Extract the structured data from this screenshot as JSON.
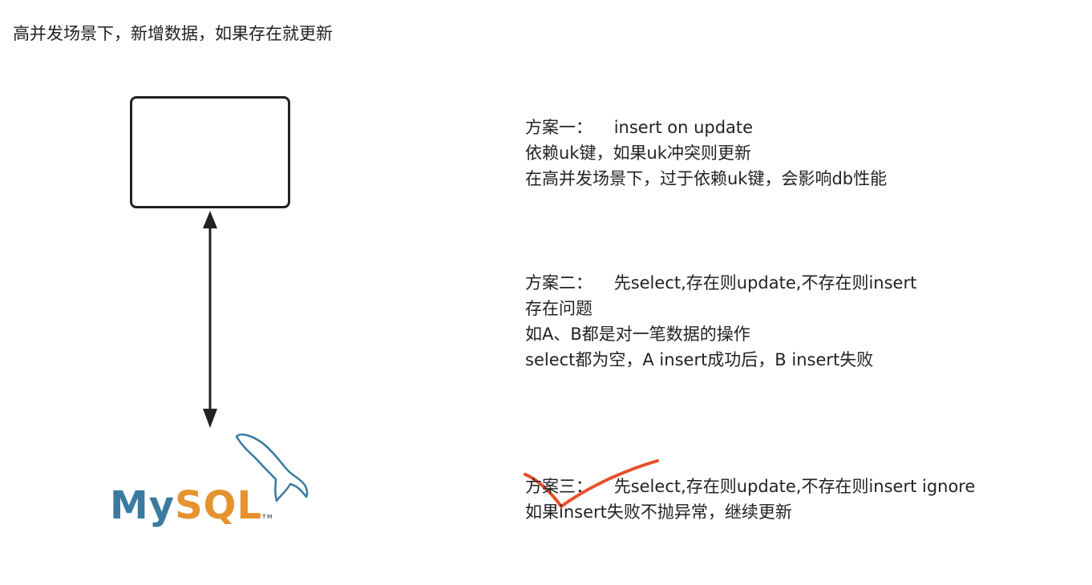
{
  "title": "高并发场景下，新增数据，如果存在就更新",
  "logo": {
    "my": "My",
    "sql": "SQL",
    "tm": "TM"
  },
  "plans": [
    {
      "lines": [
        "方案一：    insert on update",
        "依赖uk键，如果uk冲突则更新",
        "在高并发场景下，过于依赖uk键，会影响db性能"
      ]
    },
    {
      "lines": [
        "方案二：    先select,存在则update,不存在则insert",
        "存在问题",
        "如A、B都是对一笔数据的操作",
        "select都为空，A insert成功后，B insert失败"
      ]
    },
    {
      "lines": [
        "方案三：    先select,存在则update,不存在则insert ignore",
        "如果insert失败不抛异常，继续更新"
      ]
    }
  ],
  "colors": {
    "check": "#e8502a",
    "mysql_blue": "#3a7aa0",
    "mysql_orange": "#e5922f"
  }
}
